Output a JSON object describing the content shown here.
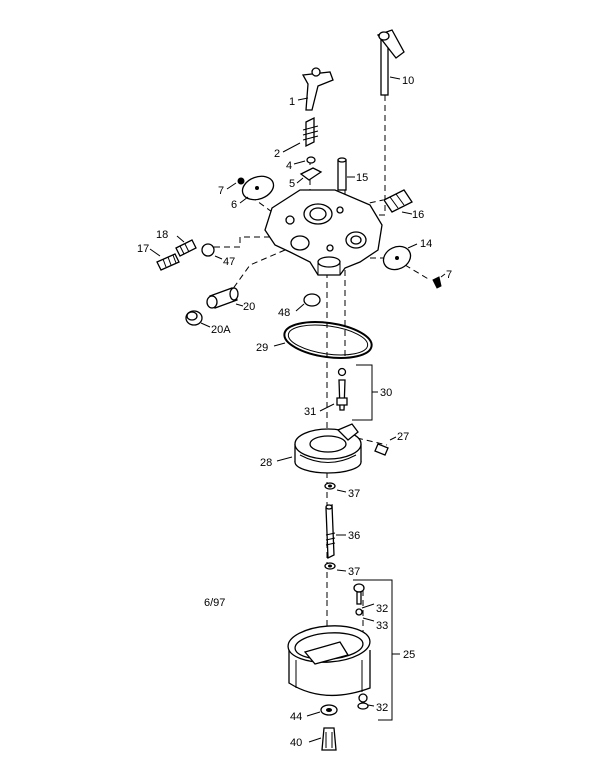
{
  "diagram": {
    "date_code": "6/97",
    "labels": {
      "p1": "1",
      "p2": "2",
      "p4": "4",
      "p5": "5",
      "p6": "6",
      "p7a": "7",
      "p7b": "7",
      "p10": "10",
      "p14": "14",
      "p15": "15",
      "p16": "16",
      "p17": "17",
      "p18": "18",
      "p20": "20",
      "p20a": "20A",
      "p25": "25",
      "p27": "27",
      "p28": "28",
      "p29": "29",
      "p30": "30",
      "p31": "31",
      "p32a": "32",
      "p32b": "32",
      "p33": "33",
      "p36": "36",
      "p37a": "37",
      "p37b": "37",
      "p40": "40",
      "p44": "44",
      "p47": "47",
      "p48": "48"
    }
  }
}
